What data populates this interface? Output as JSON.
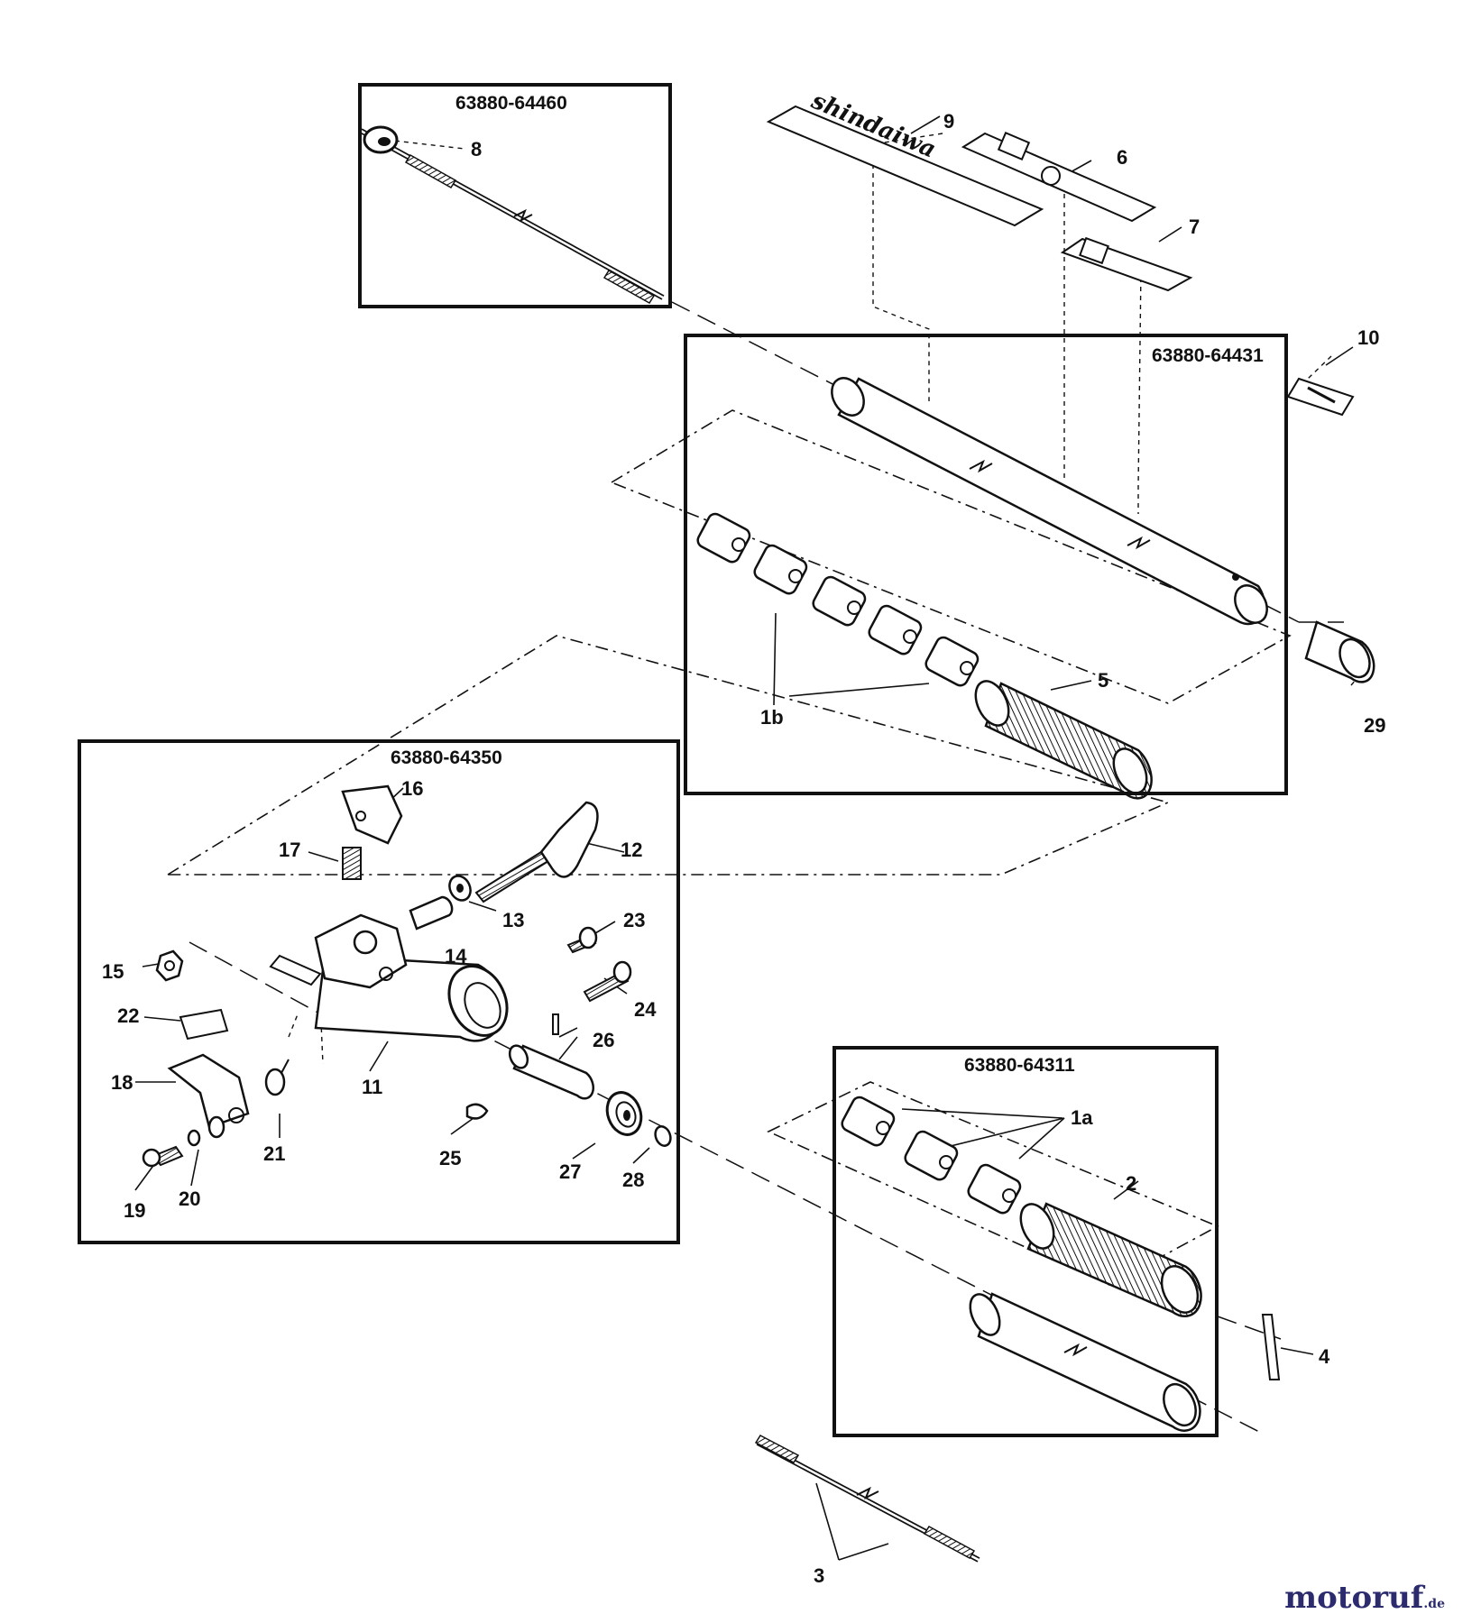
{
  "assemblies": {
    "a1": "63880-64460",
    "a2": "63880-64431",
    "a3": "63880-64350",
    "a4": "63880-64311"
  },
  "callouts": {
    "p1a": "1a",
    "p1b": "1b",
    "p2": "2",
    "p3": "3",
    "p4": "4",
    "p5": "5",
    "p6": "6",
    "p7": "7",
    "p8": "8",
    "p9": "9",
    "p10": "10",
    "p11": "11",
    "p12": "12",
    "p13": "13",
    "p14": "14",
    "p15": "15",
    "p16": "16",
    "p17": "17",
    "p18": "18",
    "p19": "19",
    "p20": "20",
    "p21": "21",
    "p22": "22",
    "p23": "23",
    "p24": "24",
    "p25": "25",
    "p26": "26",
    "p27": "27",
    "p28": "28",
    "p29": "29"
  },
  "decal_brand": "shindaiwa",
  "watermark": {
    "main": "motoruf",
    "suffix": ".de",
    "color_dark": "#2b2b6e",
    "color_accent": "#e08a1e"
  },
  "colors": {
    "ink": "#111111",
    "background": "#ffffff"
  }
}
